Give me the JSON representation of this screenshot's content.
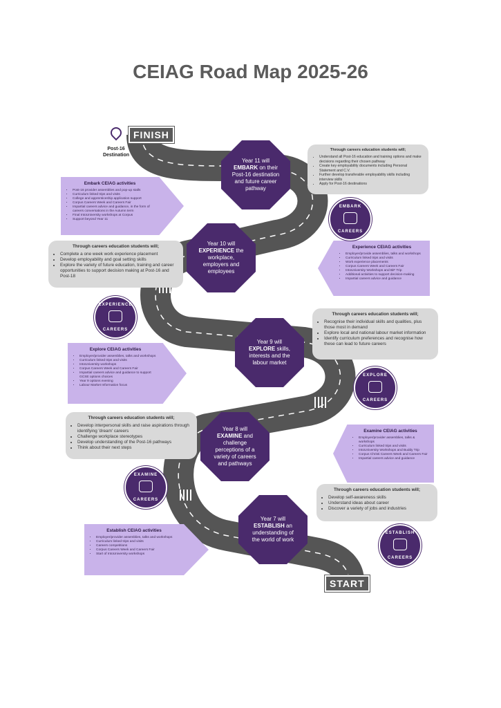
{
  "title": "CEIAG Road Map 2025-26",
  "finish_label": "FINISH",
  "start_label": "START",
  "destination_label": "Post-16 Destination",
  "colors": {
    "purple": "#4a2a6c",
    "lilac": "#c9b3ea",
    "gray": "#d9d9d9",
    "road": "#555555"
  },
  "years": [
    {
      "pre": "Year 11 will",
      "verb": "EMBARK",
      "post": "on their Post-16 destination and future career pathway"
    },
    {
      "pre": "Year 10 will",
      "verb": "EXPERIENCE",
      "post": "the workplace, employers and employees"
    },
    {
      "pre": "Year 9 will",
      "verb": "EXPLORE",
      "post": "skills, interests and the labour market"
    },
    {
      "pre": "Year 8 will",
      "verb": "EXAMINE",
      "post": "and challenge perceptions of a variety of careers and pathways"
    },
    {
      "pre": "Year 7 will",
      "verb": "ESTABLISH",
      "post": "an understanding of the world of work"
    }
  ],
  "outcomes": [
    {
      "heading": "Through careers education students will;",
      "items": [
        "Understand all Post-16 education and training options and make decisions regarding their chosen pathway",
        "Create key employability documents including Personal Statement and C.V.",
        "Further develop transferable employability skills including interview skills",
        "Apply for Post-16 destinations"
      ]
    },
    {
      "heading": "Through careers education students will;",
      "items": [
        "Complete a one week work experience placement",
        "Develop employability and goal setting skills",
        "Explore the variety of future education, training and career opportunities to support decision making at Post-16 and Post-18"
      ]
    },
    {
      "heading": "Through careers education students will;",
      "items": [
        "Recognise their individual skills and qualities, plus those most in demand",
        "Explore local and national labour market information",
        "Identify curriculum preferences and recognise how these can lead to future careers"
      ]
    },
    {
      "heading": "Through careers education students will;",
      "items": [
        "Develop interpersonal skills and raise aspirations through identifying 'dream' careers",
        "Challenge workplace stereotypes",
        "Develop understanding of the Post-16 pathways",
        "Think about their next steps"
      ]
    },
    {
      "heading": "Through careers education students will;",
      "items": [
        "Develop self-awareness skills",
        "Understand ideas about career",
        "Discover a variety of jobs and industries"
      ]
    }
  ],
  "activities": [
    {
      "heading": "Embark CEIAG activities",
      "items": [
        "Post-16 provider assemblies and pop-up stalls",
        "Curriculum linked trips and visits",
        "College and apprenticeship application support",
        "Corpus Careers Week and Careers Fair",
        "Impartial careers advice and guidance, in the form of careers conversations in the Autumn term",
        "Final IntoUniversity workshops at Corpus",
        "Support beyond Year 11"
      ]
    },
    {
      "heading": "Experience CEIAG activities",
      "items": [
        "Employer/provide assemblies, talks and workshops",
        "Curriculum linked trips and visits",
        "Work experience placements",
        "Corpus Careers Week and Careers Fair",
        "IntoUniversity Workshops and BiF Trip",
        "Additional activities to support decision-making",
        "Impartial careers advice and guidance"
      ]
    },
    {
      "heading": "Explore CEIAG activities",
      "items": [
        "Employer/provider assemblies, talks and workshops",
        "Curriculum linked trips and visits",
        "IntoUniversity workshops",
        "Corpus Careers Week and Careers Fair",
        "Impartial careers advice and guidance to support GCSE options choices",
        "Year 9 options evening",
        "Labour Market Information focus"
      ]
    },
    {
      "heading": "Examine CEIAG activities",
      "items": [
        "Employer/provider assemblies, talks & workshops",
        "Curriculum linked trips and visits",
        "IntoUniversity Workshops and Buddy Trip",
        "Corpus Christi Careers Week and Careers Fair",
        "Impartial careers advice and guidance"
      ]
    },
    {
      "heading": "Establish CEIAG activities",
      "items": [
        "Employer/provider assemblies, talks and workshops",
        "Curriculum linked trips and visits",
        "Careers competitions",
        "Corpus Careers Week and Careers Fair",
        "Start of IntoUniversity workshops"
      ]
    }
  ],
  "badges": [
    {
      "top": "EMBARK",
      "bottom": "CAREERS",
      "icon": "mountain-flag-icon"
    },
    {
      "top": "EXPERIENCE",
      "bottom": "CAREERS",
      "icon": "people-network-icon"
    },
    {
      "top": "EXPLORE",
      "bottom": "CAREERS",
      "icon": "signpost-icon"
    },
    {
      "top": "EXAMINE",
      "bottom": "CAREERS",
      "icon": "magnifier-icon"
    },
    {
      "top": "ESTABLISH",
      "bottom": "CAREERS",
      "icon": "head-lightbulb-icon"
    }
  ]
}
